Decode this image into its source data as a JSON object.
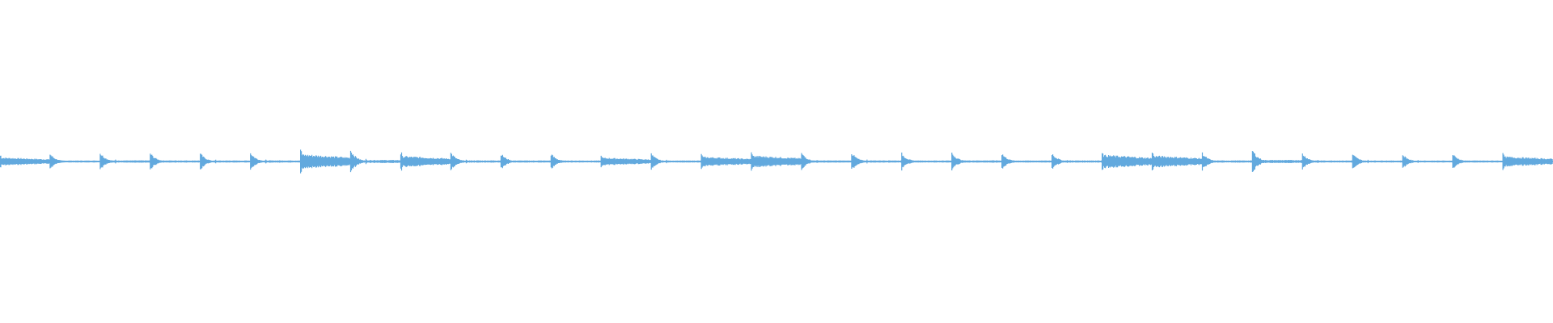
{
  "waveform": {
    "color": "#62A9DE",
    "background": "#FFFFFF",
    "segments": [
      {
        "kind": "burst",
        "amp": 0.34
      },
      {
        "kind": "pluck",
        "amp": 0.38
      },
      {
        "kind": "pluck",
        "amp": 0.44
      },
      {
        "kind": "pluck",
        "amp": 0.42
      },
      {
        "kind": "pluck",
        "amp": 0.4
      },
      {
        "kind": "pluck",
        "amp": 0.44
      },
      {
        "kind": "burst",
        "amp": 0.62
      },
      {
        "kind": "pluck",
        "amp": 0.58
      },
      {
        "kind": "burst",
        "amp": 0.46
      },
      {
        "kind": "pluck",
        "amp": 0.44
      },
      {
        "kind": "pluck",
        "amp": 0.4
      },
      {
        "kind": "pluck",
        "amp": 0.38
      },
      {
        "kind": "burst",
        "amp": 0.32
      },
      {
        "kind": "pluck",
        "amp": 0.38
      },
      {
        "kind": "burst",
        "amp": 0.4
      },
      {
        "kind": "burst",
        "amp": 0.5
      },
      {
        "kind": "pluck",
        "amp": 0.42
      },
      {
        "kind": "pluck",
        "amp": 0.44
      },
      {
        "kind": "pluck",
        "amp": 0.4
      },
      {
        "kind": "pluck",
        "amp": 0.44
      },
      {
        "kind": "pluck",
        "amp": 0.4
      },
      {
        "kind": "pluck",
        "amp": 0.42
      },
      {
        "kind": "burst",
        "amp": 0.56
      },
      {
        "kind": "burst",
        "amp": 0.5
      },
      {
        "kind": "pluck",
        "amp": 0.42
      },
      {
        "kind": "pluck",
        "amp": 0.58
      },
      {
        "kind": "pluck",
        "amp": 0.4
      },
      {
        "kind": "pluck",
        "amp": 0.38
      },
      {
        "kind": "pluck",
        "amp": 0.36
      },
      {
        "kind": "pluck",
        "amp": 0.38
      },
      {
        "kind": "burst",
        "amp": 0.42
      }
    ]
  }
}
